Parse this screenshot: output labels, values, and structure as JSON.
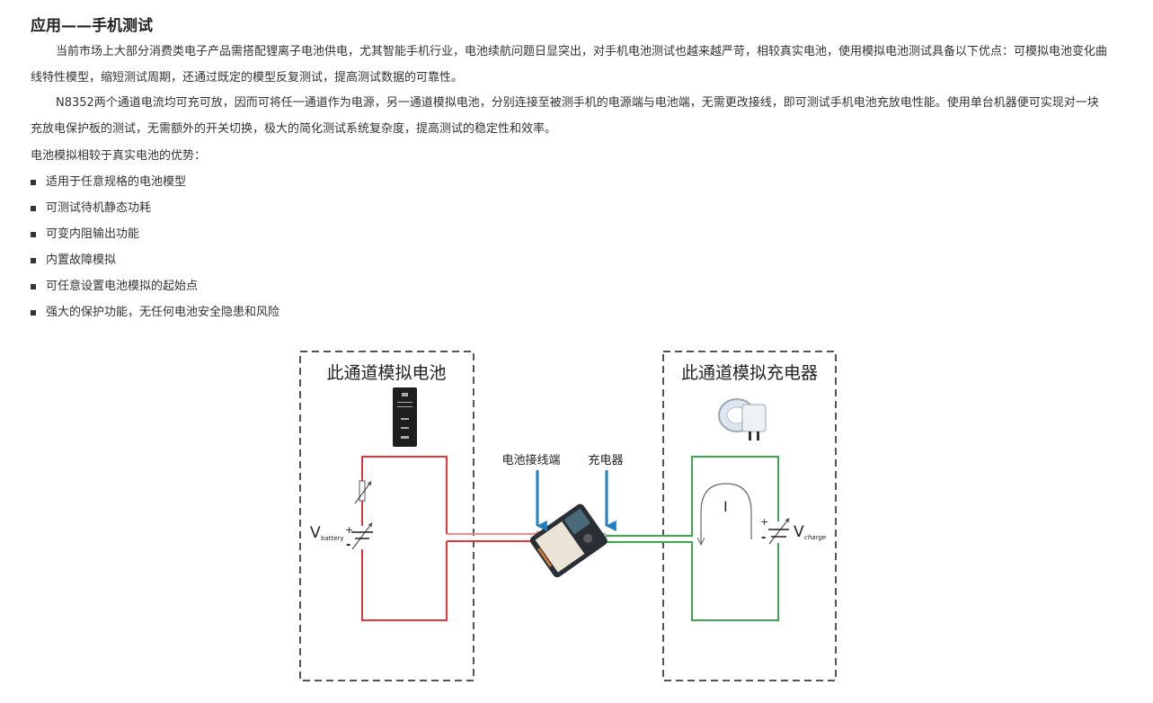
{
  "title": "应用——手机测试",
  "paragraphs": [
    "当前市场上大部分消费类电子产品需搭配锂离子电池供电，尤其智能手机行业，电池续航问题日显突出，对手机电池测试也越来越严苛，相较真实电池，使用模拟电池测试具备以下优点：可模拟电池变化曲线特性模型，缩短测试周期，还通过既定的模型反复测试，提高测试数据的可靠性。",
    "N8352两个通道电流均可充可放，因而可将任一通道作为电源，另一通道模拟电池，分别连接至被测手机的电源端与电池端，无需更改接线，即可测试手机电池充放电性能。使用单台机器便可实现对一块充放电保护板的测试，无需额外的开关切换，极大的简化测试系统复杂度，提高测试的稳定性和效率。",
    "电池模拟相较于真实电池的优势："
  ],
  "bullets": [
    "适用于任意规格的电池模型",
    "可测试待机静态功耗",
    "可变内阻输出功能",
    "内置故障模拟",
    "可任意设置电池模拟的起始点",
    "强大的保护功能，无任何电池安全隐患和风险"
  ],
  "diagram": {
    "left_box_label": "此通道模拟电池",
    "right_box_label": "此通道模拟充电器",
    "battery_terminal_label": "电池接线端",
    "charger_label": "充电器",
    "v_battery": "V",
    "v_battery_sub": "battery",
    "v_charge": "V",
    "v_charge_sub": "charge",
    "current_label": "I",
    "plus": "+",
    "minus": "-",
    "colors": {
      "battery_circuit": "#e8353a",
      "charger_circuit": "#3aaa4a",
      "arrow": "#1f7fbf"
    }
  }
}
